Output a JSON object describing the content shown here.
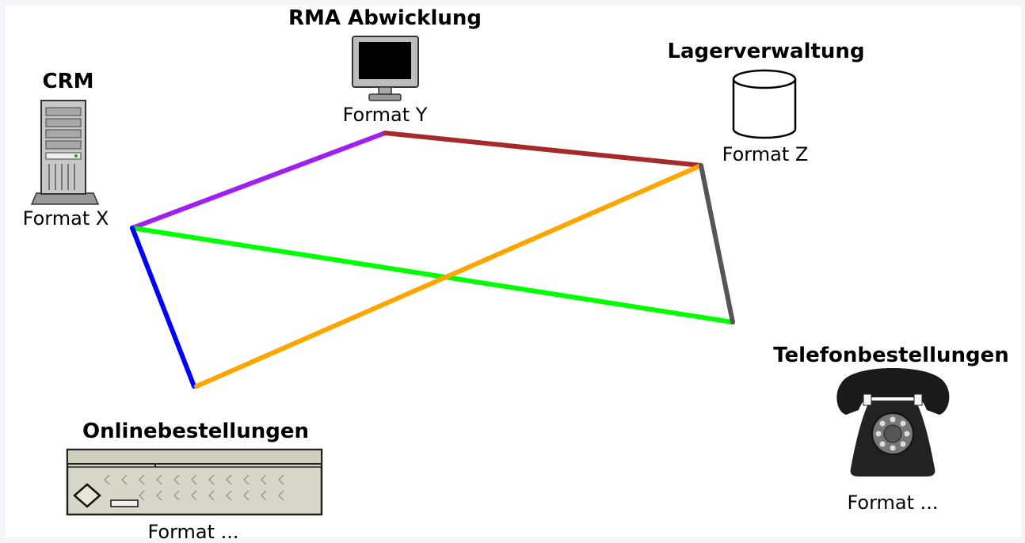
{
  "nodes": {
    "crm": {
      "title": "CRM",
      "format": "Format X",
      "icon": "server-tower-icon"
    },
    "rma": {
      "title": "RMA Abwicklung",
      "format": "Format Y",
      "icon": "monitor-icon"
    },
    "lager": {
      "title": "Lagerverwaltung",
      "format": "Format Z",
      "icon": "database-cylinder-icon"
    },
    "telefon": {
      "title": "Telefonbestellungen",
      "format": "Format ...",
      "icon": "rotary-phone-icon"
    },
    "online": {
      "title": "Onlinebestellungen",
      "format": "Format ...",
      "icon": "server-rack-unit-icon"
    }
  },
  "connections": [
    {
      "from": "crm",
      "to": "rma",
      "color": "#a020f0"
    },
    {
      "from": "rma",
      "to": "lager",
      "color": "#a52a2a"
    },
    {
      "from": "crm",
      "to": "telefon",
      "color": "#00ff00"
    },
    {
      "from": "crm",
      "to": "online",
      "color": "#0000ff"
    },
    {
      "from": "online",
      "to": "lager",
      "color": "#ffa500"
    },
    {
      "from": "lager",
      "to": "telefon",
      "color": "#555555"
    }
  ]
}
